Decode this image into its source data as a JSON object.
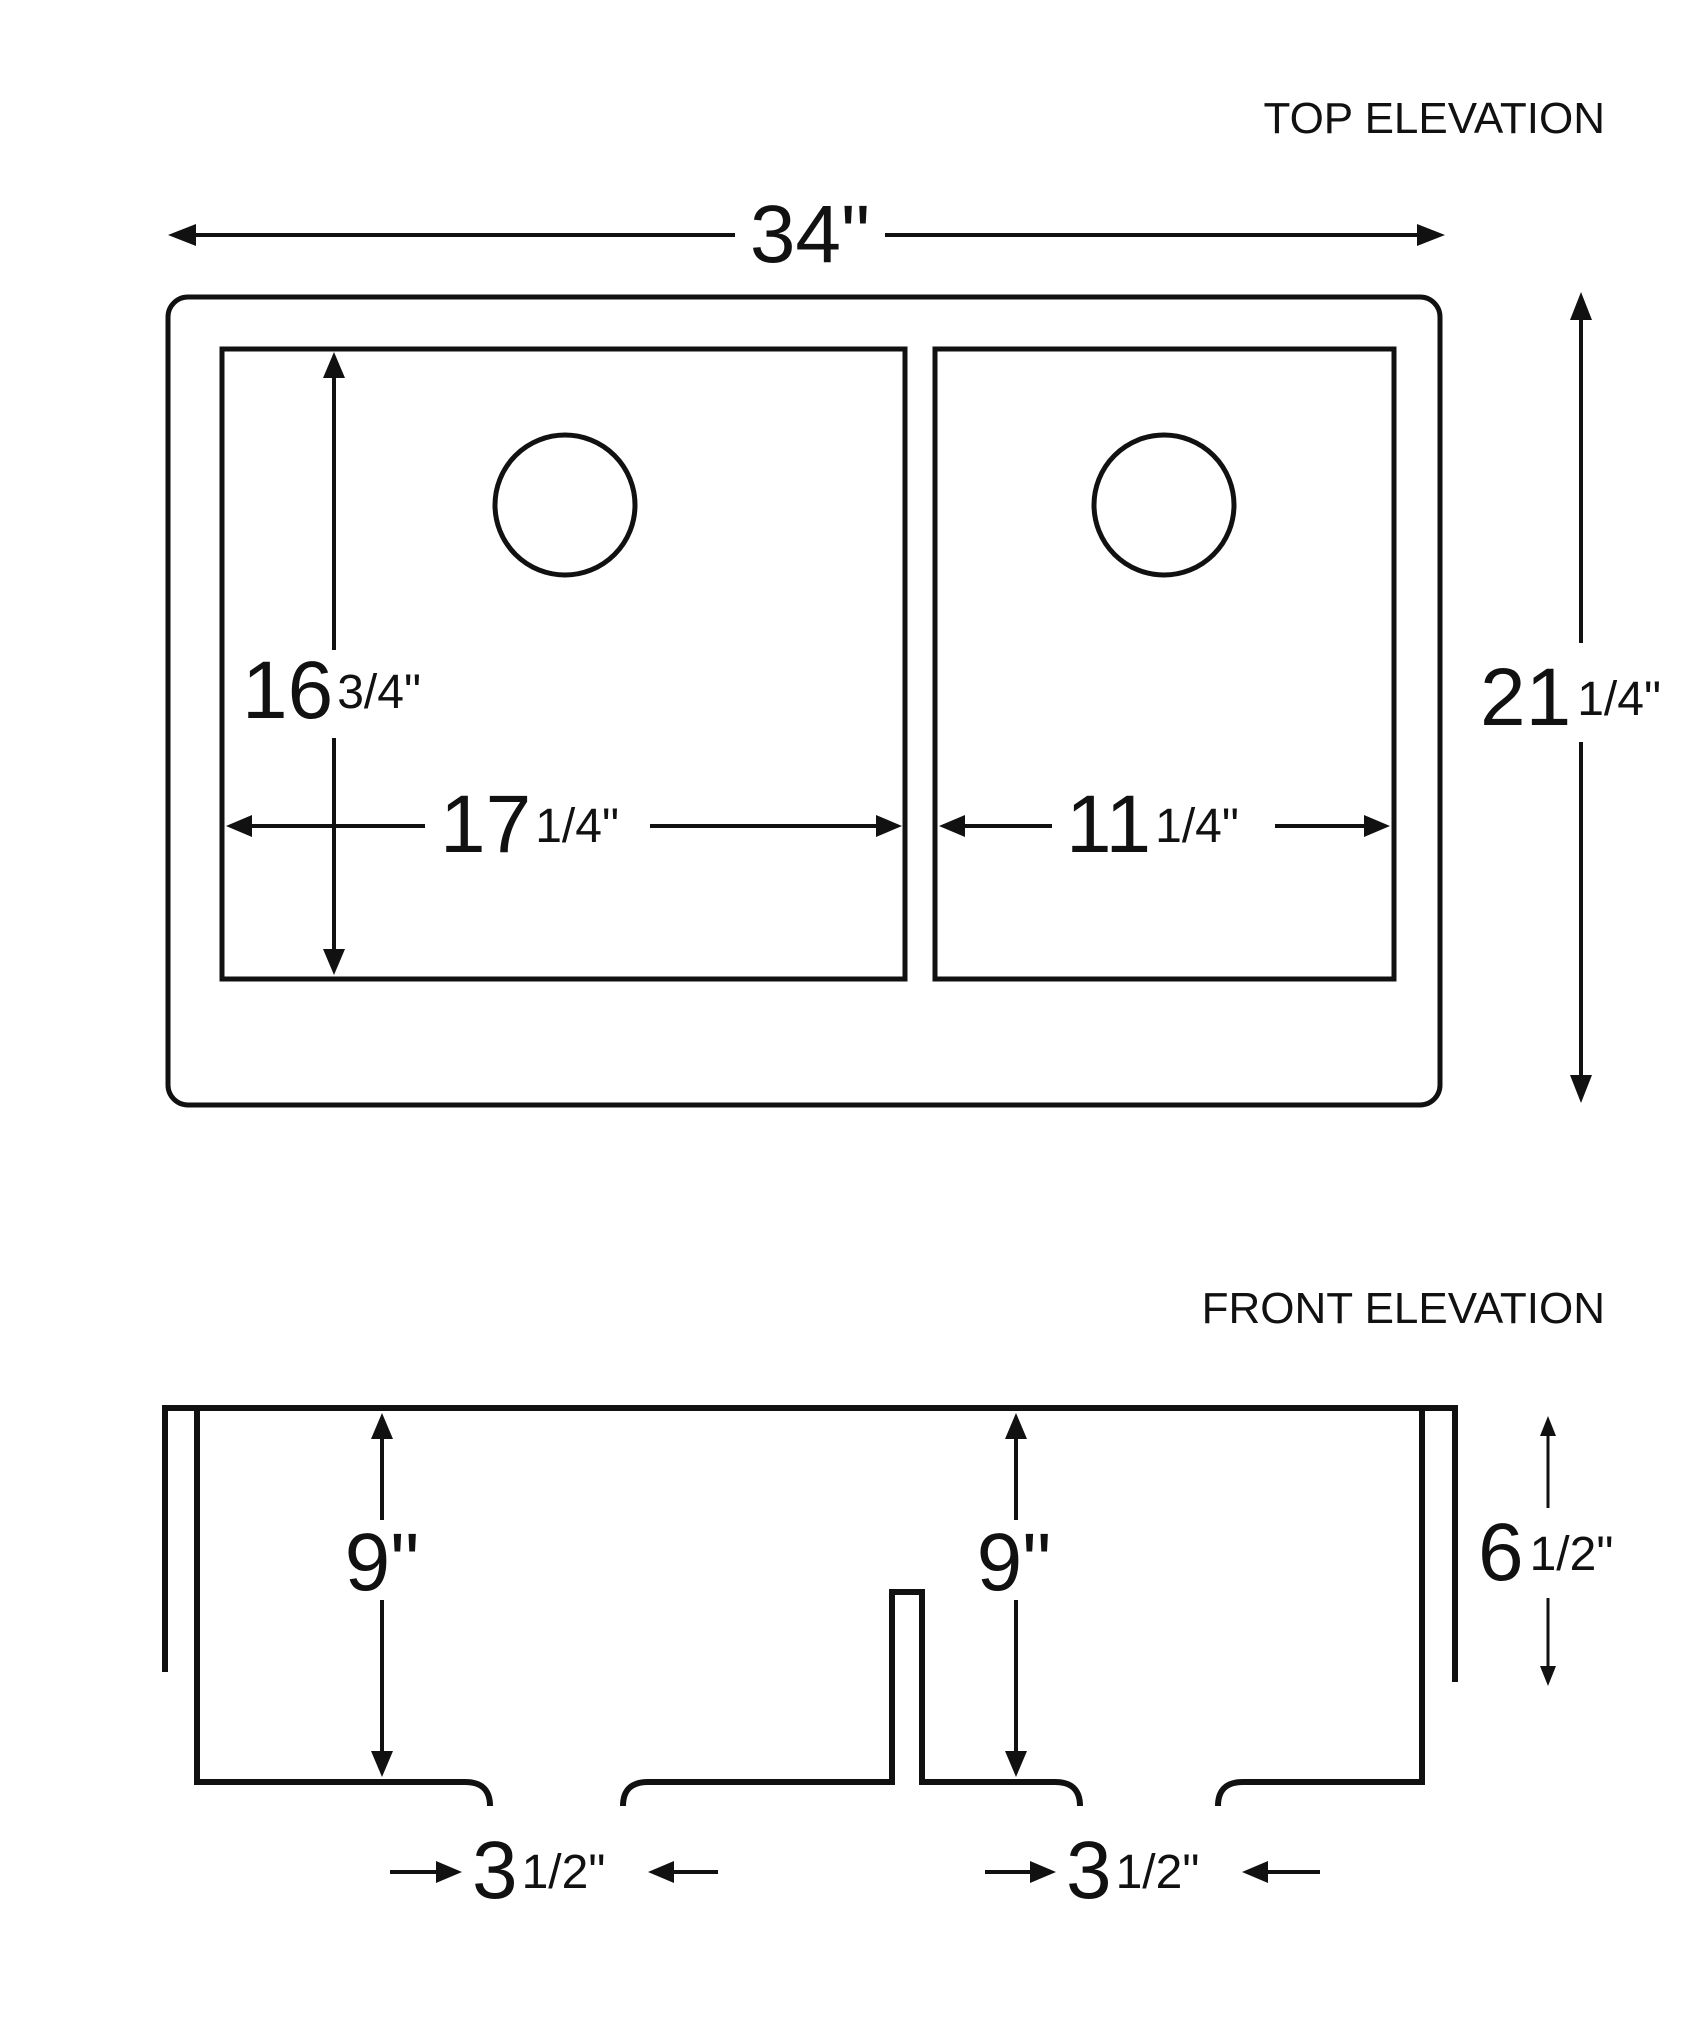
{
  "top_view": {
    "title": "TOP ELEVATION",
    "overall_width": {
      "whole": "34\"",
      "fraction": ""
    },
    "overall_depth": {
      "whole": "21",
      "fraction": "1/4\""
    },
    "large_bowl_depth": {
      "whole": "16",
      "fraction": "3/4\""
    },
    "large_bowl_width": {
      "whole": "17",
      "fraction": "1/4\""
    },
    "small_bowl_width": {
      "whole": "11",
      "fraction": "1/4\""
    }
  },
  "front_view": {
    "title": "FRONT ELEVATION",
    "large_bowl_height": {
      "whole": "9\"",
      "fraction": ""
    },
    "small_bowl_height": {
      "whole": "9\"",
      "fraction": ""
    },
    "apron_height": {
      "whole": "6",
      "fraction": "1/2\""
    },
    "large_drain_offset": {
      "whole": "3",
      "fraction": "1/2\""
    },
    "small_drain_offset": {
      "whole": "3",
      "fraction": "1/2\""
    }
  },
  "colors": {
    "line": "#111111",
    "background": "#ffffff"
  }
}
